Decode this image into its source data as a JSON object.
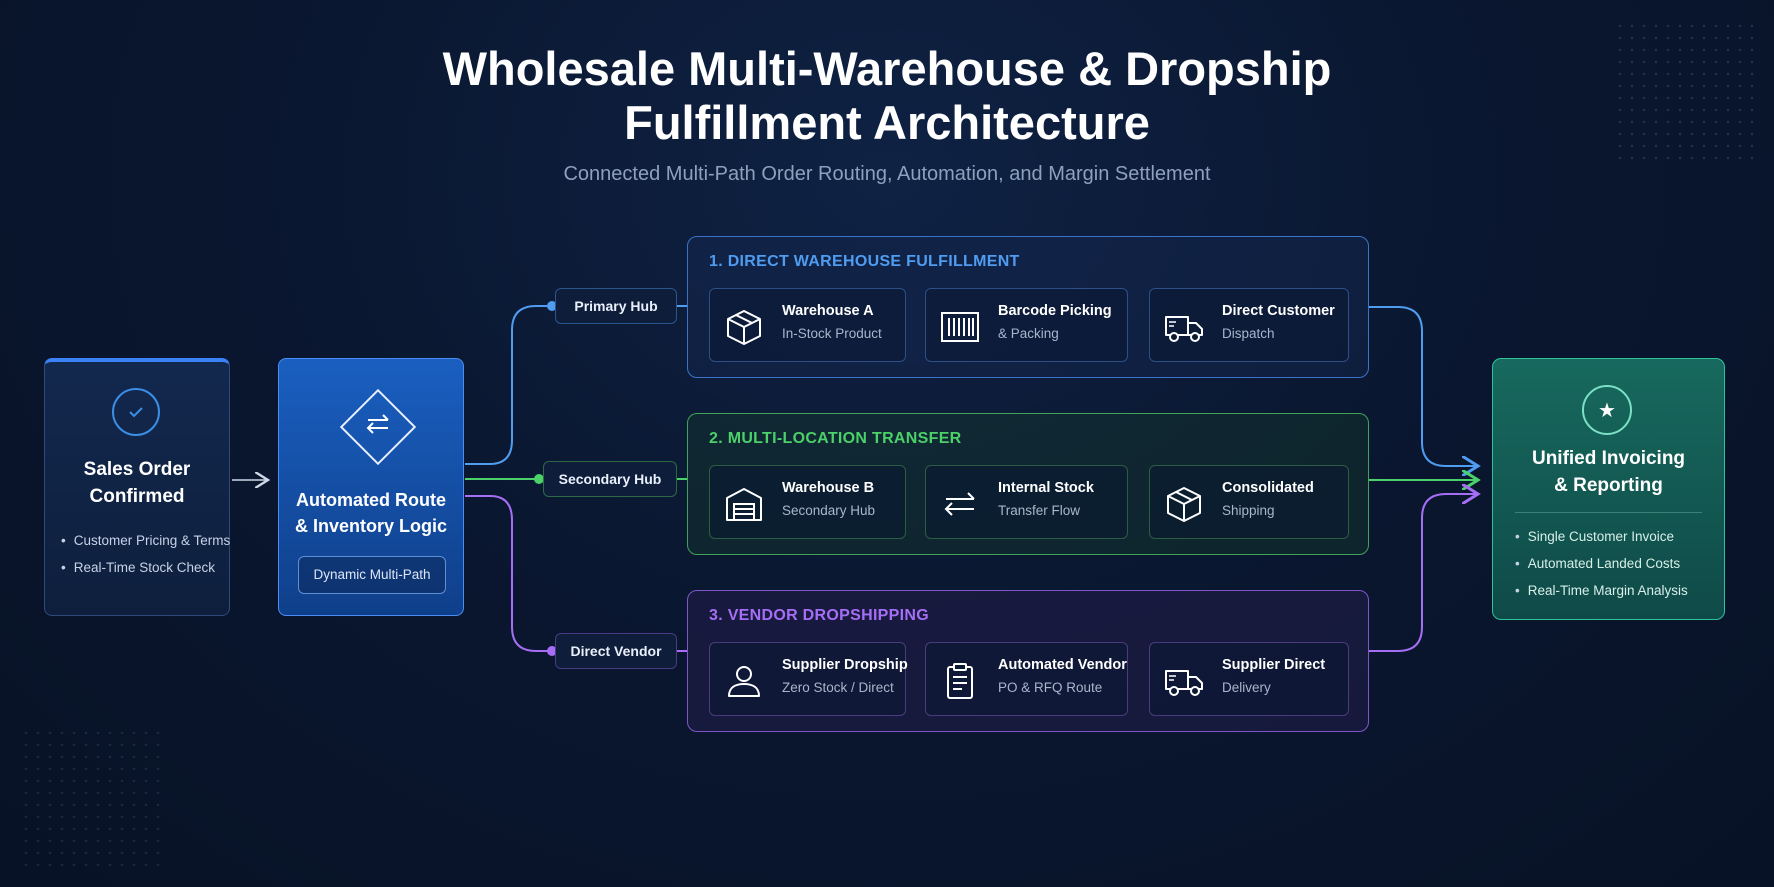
{
  "header": {
    "title_line1": "Wholesale Multi-Warehouse & Dropship",
    "title_line2": "Fulfillment Architecture",
    "subtitle": "Connected Multi-Path Order Routing, Automation, and Margin Settlement"
  },
  "sales_order": {
    "title_line1": "Sales Order",
    "title_line2": "Confirmed",
    "bullets": [
      "Customer Pricing & Terms",
      "Real-Time Stock Check"
    ]
  },
  "route": {
    "title_line1": "Automated Route",
    "title_line2": "& Inventory Logic",
    "badge": "Dynamic Multi-Path"
  },
  "hubs": {
    "primary": "Primary Hub",
    "secondary": "Secondary Hub",
    "vendor": "Direct Vendor"
  },
  "lanes": [
    {
      "title": "1. DIRECT WAREHOUSE FULFILLMENT",
      "color": "#4f9cf0",
      "steps": [
        {
          "title": "Warehouse A",
          "sub": "In-Stock Product",
          "icon": "box-icon"
        },
        {
          "title": "Barcode Picking",
          "sub": "& Packing",
          "icon": "barcode-icon"
        },
        {
          "title": "Direct Customer",
          "sub": "Dispatch",
          "icon": "truck-icon"
        }
      ]
    },
    {
      "title": "2. MULTI-LOCATION TRANSFER",
      "color": "#4bd06a",
      "steps": [
        {
          "title": "Warehouse B",
          "sub": "Secondary Hub",
          "icon": "warehouse-icon"
        },
        {
          "title": "Internal Stock",
          "sub": "Transfer Flow",
          "icon": "transfer-arrows-icon"
        },
        {
          "title": "Consolidated",
          "sub": "Shipping",
          "icon": "box-icon"
        }
      ]
    },
    {
      "title": "3. VENDOR DROPSHIPPING",
      "color": "#a66ef5",
      "steps": [
        {
          "title": "Supplier Dropship",
          "sub": "Zero Stock / Direct",
          "icon": "person-icon"
        },
        {
          "title": "Automated Vendor",
          "sub": "PO & RFQ Route",
          "icon": "clipboard-icon"
        },
        {
          "title": "Supplier Direct",
          "sub": "Delivery",
          "icon": "truck-icon"
        }
      ]
    }
  ],
  "unified": {
    "title_line1": "Unified Invoicing",
    "title_line2": "& Reporting",
    "bullets": [
      "Single Customer Invoice",
      "Automated Landed Costs",
      "Real-Time Margin Analysis"
    ]
  },
  "colors": {
    "blue": "#4f9cf0",
    "green": "#4bd06a",
    "purple": "#a66ef5",
    "teal": "#2fc39a"
  }
}
